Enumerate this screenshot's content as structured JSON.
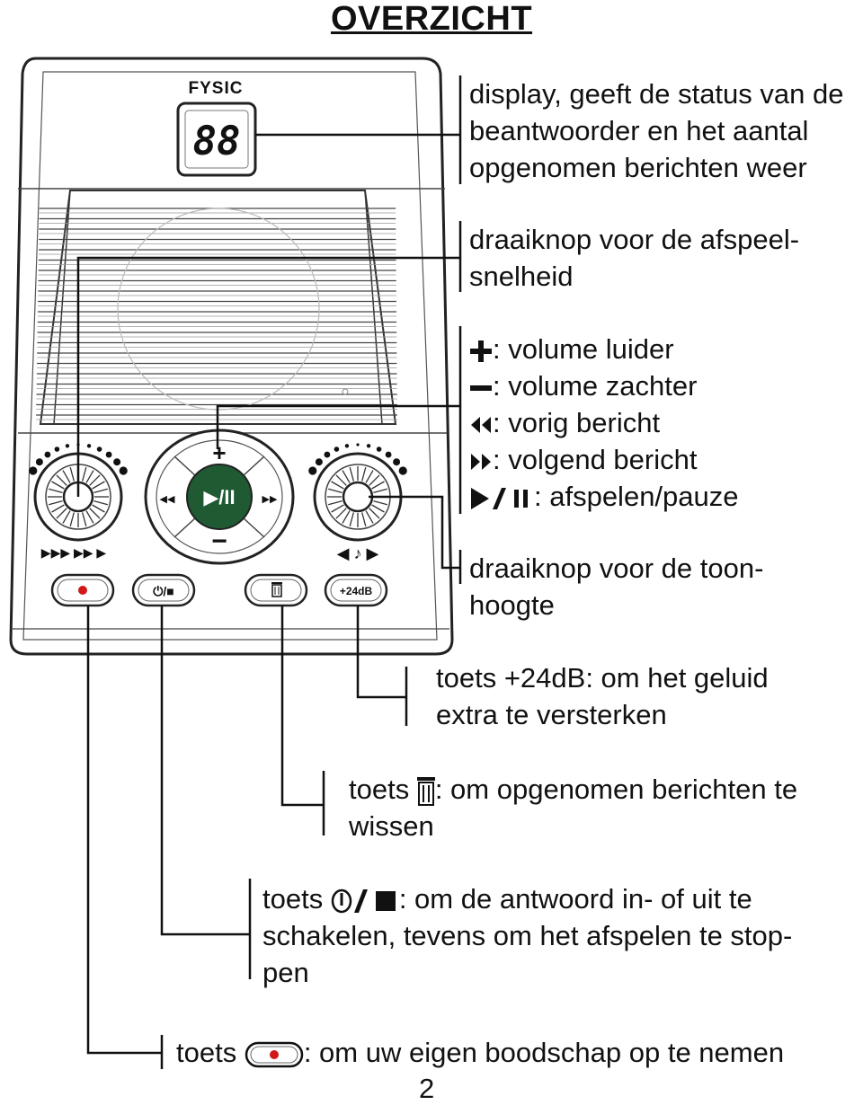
{
  "page": {
    "title": "OVERZICHT",
    "page_number": "2"
  },
  "device": {
    "brand": "FYSIC",
    "display_digits": "88",
    "volume_up_symbol": "+",
    "volume_down_symbol": "−",
    "prev_symbol": "◀◀",
    "next_symbol": "▶▶",
    "play_pause_symbol": "▶/II",
    "speed_symbols": "▶▶▶ ▶▶ ▶",
    "pitch_symbols": "◀ ♪ ▶",
    "boost_button": "+24dB",
    "onoff_button": "⏻/■"
  },
  "callouts": {
    "display": [
      "display, geeft de status van de",
      "beantwoorder en het aantal",
      "opgenomen berichten weer"
    ],
    "speed_knob": [
      "draaiknop voor de afspeel-",
      "snelheid"
    ],
    "nav": {
      "volume_up": ": volume luider",
      "volume_down": ": volume zachter",
      "previous": ": vorig bericht",
      "next": ": volgend bericht",
      "play_pause": ": afspelen/pauze"
    },
    "pitch_knob": [
      "draaiknop voor de toon-",
      "hoogte"
    ],
    "boost": [
      "toets +24dB: om het geluid",
      "extra te versterken"
    ],
    "delete": {
      "prefix": "toets ",
      "suffix": ": om opgenomen berichten te",
      "line2": "wissen"
    },
    "onoff": {
      "prefix": "toets ",
      "suffix": ": om de antwoord in- of uit te",
      "line2": "schakelen, tevens om het afspelen te stop-",
      "line3": "pen"
    },
    "record": {
      "prefix": "toets ",
      "suffix": ": om uw eigen boodschap op te nemen"
    }
  }
}
